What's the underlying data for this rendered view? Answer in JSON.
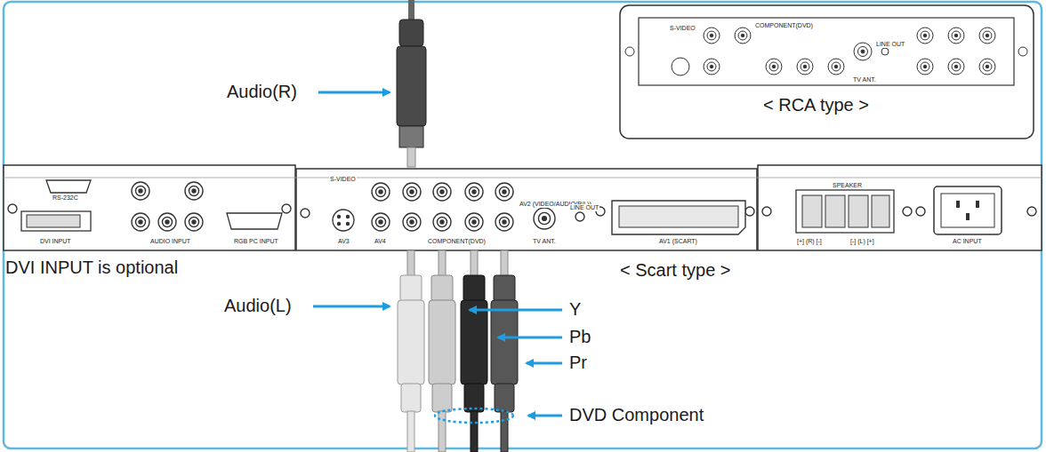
{
  "diagram": {
    "labels": [
      "Audio(R)",
      "Audio(L)",
      "Y",
      "Pb",
      "Pr",
      "DVD Component",
      "DVI INPUT is optional",
      "< Scart type >",
      "< RCA type >",
      "RS-232C",
      "DVI INPUT",
      "AUDIO INPUT",
      "RGB PC INPUT",
      "S-VIDEO",
      "AV2 (VIDEO/AUDIO(R/L))",
      "AV3",
      "AV4",
      "COMPONENT(DVD)",
      "TV ANT.",
      "LINE OUT",
      "AV1 (SCART)",
      "SPEAKER",
      "AC INPUT",
      "S-VIDEO",
      "COMPONENT(DVD)",
      "LINE OUT",
      "TV ANT.",
      "[+] (R) [-]",
      "[-] (L) [+]"
    ]
  }
}
